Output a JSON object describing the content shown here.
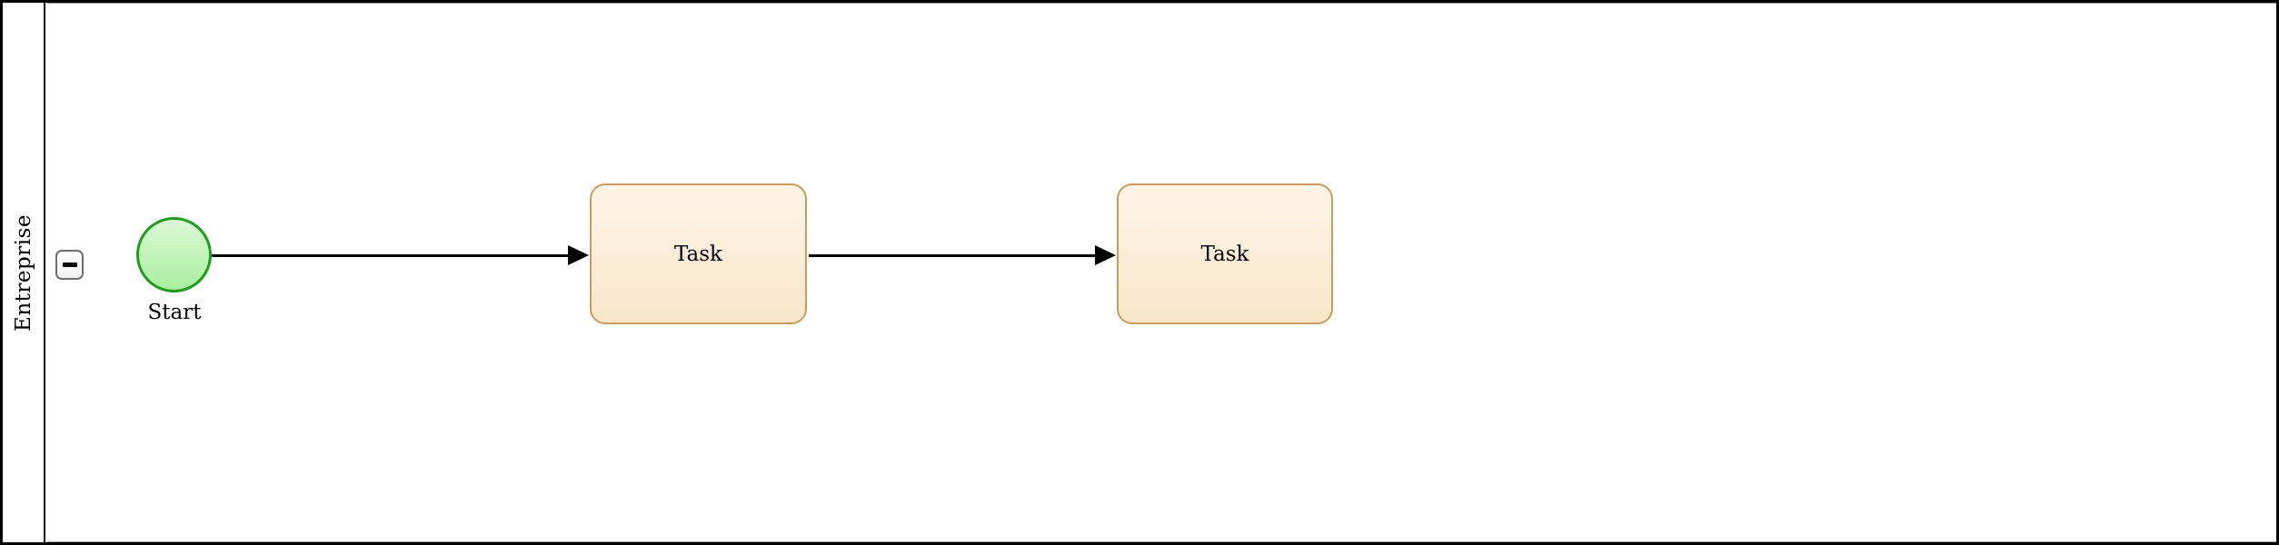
{
  "pool": {
    "label": "Entreprise"
  },
  "collapse_button": {
    "icon": "minus-icon",
    "state": "expanded"
  },
  "nodes": [
    {
      "id": "start-event",
      "type": "start-event",
      "shape": "circle",
      "label": "Start"
    },
    {
      "id": "task-1",
      "type": "task",
      "shape": "rounded-rectangle",
      "label": "Task"
    },
    {
      "id": "task-2",
      "type": "task",
      "shape": "rounded-rectangle",
      "label": "Task"
    }
  ],
  "edges": [
    {
      "id": "flow-1",
      "type": "sequence-flow",
      "from": "start-event",
      "to": "task-1",
      "arrow": "right"
    },
    {
      "id": "flow-2",
      "type": "sequence-flow",
      "from": "task-1",
      "to": "task-2",
      "arrow": "right"
    }
  ],
  "theme": {
    "canvas_bg": "#ffffff",
    "pool_border": "#000000",
    "lane_inner_border": "#999999",
    "event_stroke": "#1f9d1f",
    "event_fill_top": "#ddf8d6",
    "event_fill_bottom": "#a9efa0",
    "task_stroke": "#c89c5e",
    "task_fill_top": "#fdf5e7",
    "task_fill_bottom": "#f9e6ca",
    "edge_color": "#000000",
    "text_color": "#000000"
  }
}
